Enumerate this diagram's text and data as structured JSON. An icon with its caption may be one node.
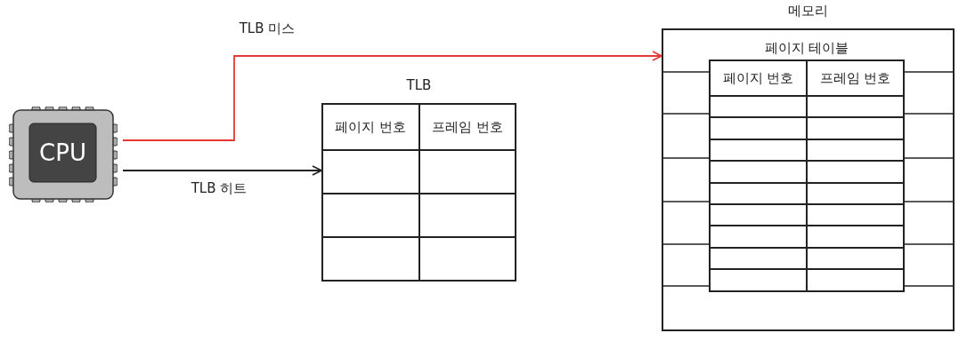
{
  "diagram": {
    "nodes": [
      {
        "text": [
          "CPU"
        ]
      },
      {
        "text": [
          "TLB",
          "페이지 번호",
          "프레임 번호"
        ]
      },
      {
        "text": [
          "메모리"
        ]
      },
      {
        "text": [
          "페이지 테이블",
          "페이지 번호",
          "프레임 번호"
        ],
        "in": 2
      }
    ],
    "edges": [
      {
        "from": 0,
        "to": 2,
        "arrow": "to",
        "label": "TLB 미스",
        "color": "#e53935"
      },
      {
        "from": 0,
        "to": 1,
        "arrow": "to",
        "label": "TLB 히트",
        "color": "#222222"
      }
    ]
  }
}
